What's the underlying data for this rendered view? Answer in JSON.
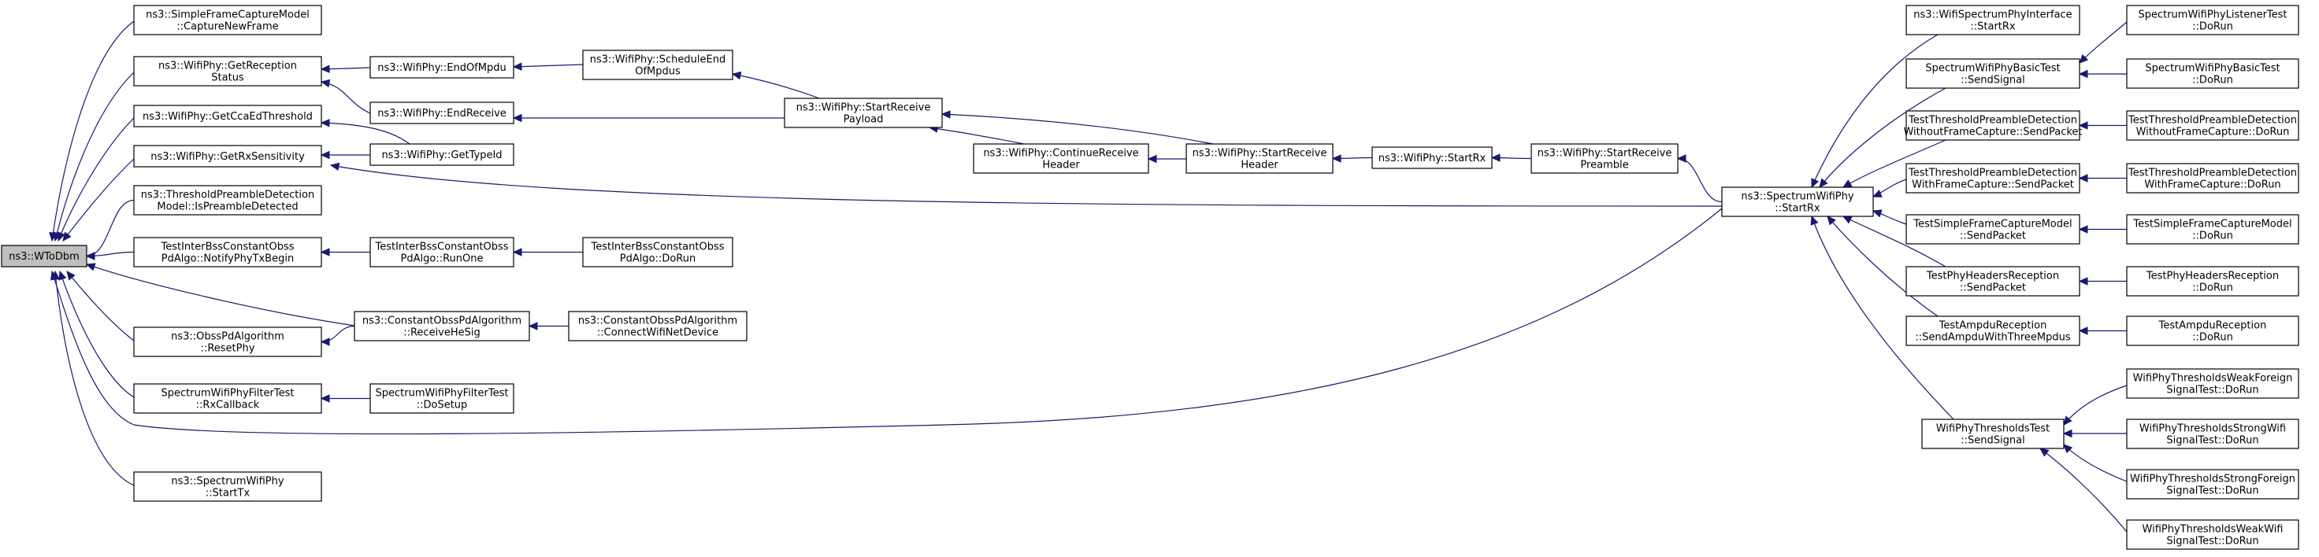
{
  "nodes": [
    {
      "id": "wtodbm",
      "lines": [
        "ns3::WToDbm"
      ]
    },
    {
      "id": "sfcm",
      "lines": [
        "ns3::SimpleFrameCaptureModel",
        "::CaptureNewFrame"
      ]
    },
    {
      "id": "grs",
      "lines": [
        "ns3::WifiPhy::GetReception",
        "Status"
      ]
    },
    {
      "id": "gcca",
      "lines": [
        "ns3::WifiPhy::GetCcaEdThreshold"
      ]
    },
    {
      "id": "grx",
      "lines": [
        "ns3::WifiPhy::GetRxSensitivity"
      ]
    },
    {
      "id": "tpd",
      "lines": [
        "ns3::ThresholdPreambleDetection",
        "Model::IsPreambleDetected"
      ]
    },
    {
      "id": "tibnotify",
      "lines": [
        "TestInterBssConstantObss",
        "PdAlgo::NotifyPhyTxBegin"
      ]
    },
    {
      "id": "opdreset",
      "lines": [
        "ns3::ObssPdAlgorithm",
        "::ResetPhy"
      ]
    },
    {
      "id": "swpftrx",
      "lines": [
        "SpectrumWifiPhyFilterTest",
        "::RxCallback"
      ]
    },
    {
      "id": "swpstarttx",
      "lines": [
        "ns3::SpectrumWifiPhy",
        "::StartTx"
      ]
    },
    {
      "id": "eompdu",
      "lines": [
        "ns3::WifiPhy::EndOfMpdu"
      ]
    },
    {
      "id": "endrecv",
      "lines": [
        "ns3::WifiPhy::EndReceive"
      ]
    },
    {
      "id": "gettypeid",
      "lines": [
        "ns3::WifiPhy::GetTypeId"
      ]
    },
    {
      "id": "tibrunone",
      "lines": [
        "TestInterBssConstantObss",
        "PdAlgo::RunOne"
      ]
    },
    {
      "id": "coprecv",
      "lines": [
        "ns3::ConstantObssPdAlgorithm",
        "::ReceiveHeSig"
      ]
    },
    {
      "id": "swpftsetup",
      "lines": [
        "SpectrumWifiPhyFilterTest",
        "::DoSetup"
      ]
    },
    {
      "id": "schedend",
      "lines": [
        "ns3::WifiPhy::ScheduleEnd",
        "OfMpdus"
      ]
    },
    {
      "id": "tibdorun",
      "lines": [
        "TestInterBssConstantObss",
        "PdAlgo::DoRun"
      ]
    },
    {
      "id": "copconnect",
      "lines": [
        "ns3::ConstantObssPdAlgorithm",
        "::ConnectWifiNetDevice"
      ]
    },
    {
      "id": "srpayload",
      "lines": [
        "ns3::WifiPhy::StartReceive",
        "Payload"
      ]
    },
    {
      "id": "crheader",
      "lines": [
        "ns3::WifiPhy::ContinueReceive",
        "Header"
      ]
    },
    {
      "id": "srheader",
      "lines": [
        "ns3::WifiPhy::StartReceive",
        "Header"
      ]
    },
    {
      "id": "startrx",
      "lines": [
        "ns3::WifiPhy::StartRx"
      ]
    },
    {
      "id": "srpreamble",
      "lines": [
        "ns3::WifiPhy::StartReceive",
        "Preamble"
      ]
    },
    {
      "id": "swpstartrx",
      "lines": [
        "ns3::SpectrumWifiPhy",
        "::StartRx"
      ]
    },
    {
      "id": "wspi",
      "lines": [
        "ns3::WifiSpectrumPhyInterface",
        "::StartRx"
      ]
    },
    {
      "id": "swpbtsend",
      "lines": [
        "SpectrumWifiPhyBasicTest",
        "::SendSignal"
      ]
    },
    {
      "id": "tpdwoc",
      "lines": [
        "TestThresholdPreambleDetection",
        "WithoutFrameCapture::SendPacket"
      ]
    },
    {
      "id": "tpdwc",
      "lines": [
        "TestThresholdPreambleDetection",
        "WithFrameCapture::SendPacket"
      ]
    },
    {
      "id": "tsfcm",
      "lines": [
        "TestSimpleFrameCaptureModel",
        "::SendPacket"
      ]
    },
    {
      "id": "tphr",
      "lines": [
        "TestPhyHeadersReception",
        "::SendPacket"
      ]
    },
    {
      "id": "tar",
      "lines": [
        "TestAmpduReception",
        "::SendAmpduWithThreeMpdus"
      ]
    },
    {
      "id": "wptsend",
      "lines": [
        "WifiPhyThresholdsTest",
        "::SendSignal"
      ]
    },
    {
      "id": "swplt",
      "lines": [
        "SpectrumWifiPhyListenerTest",
        "::DoRun"
      ]
    },
    {
      "id": "swpbtrun",
      "lines": [
        "SpectrumWifiPhyBasicTest",
        "::DoRun"
      ]
    },
    {
      "id": "tpdwocrun",
      "lines": [
        "TestThresholdPreambleDetection",
        "WithoutFrameCapture::DoRun"
      ]
    },
    {
      "id": "tpdwcrun",
      "lines": [
        "TestThresholdPreambleDetection",
        "WithFrameCapture::DoRun"
      ]
    },
    {
      "id": "tsfcmrun",
      "lines": [
        "TestSimpleFrameCaptureModel",
        "::DoRun"
      ]
    },
    {
      "id": "tphrrun",
      "lines": [
        "TestPhyHeadersReception",
        "::DoRun"
      ]
    },
    {
      "id": "tarrun",
      "lines": [
        "TestAmpduReception",
        "::DoRun"
      ]
    },
    {
      "id": "wptwf",
      "lines": [
        "WifiPhyThresholdsWeakForeign",
        "SignalTest::DoRun"
      ]
    },
    {
      "id": "wptsw",
      "lines": [
        "WifiPhyThresholdsStrongWifi",
        "SignalTest::DoRun"
      ]
    },
    {
      "id": "wptsf",
      "lines": [
        "WifiPhyThresholdsStrongForeign",
        "SignalTest::DoRun"
      ]
    },
    {
      "id": "wptww",
      "lines": [
        "WifiPhyThresholdsWeakWifi",
        "SignalTest::DoRun"
      ]
    }
  ],
  "edges": [
    [
      "sfcm",
      "wtodbm"
    ],
    [
      "grs",
      "wtodbm"
    ],
    [
      "gcca",
      "wtodbm"
    ],
    [
      "grx",
      "wtodbm"
    ],
    [
      "tpd",
      "wtodbm"
    ],
    [
      "tibnotify",
      "wtodbm"
    ],
    [
      "coprecv",
      "wtodbm"
    ],
    [
      "opdreset",
      "wtodbm"
    ],
    [
      "swpftrx",
      "wtodbm"
    ],
    [
      "swpstartrx",
      "wtodbm"
    ],
    [
      "swpstarttx",
      "wtodbm"
    ],
    [
      "eompdu",
      "grs"
    ],
    [
      "endrecv",
      "grs"
    ],
    [
      "schedend",
      "eompdu"
    ],
    [
      "srpayload",
      "schedend"
    ],
    [
      "srpayload",
      "endrecv"
    ],
    [
      "gettypeid",
      "gcca"
    ],
    [
      "gettypeid",
      "grx"
    ],
    [
      "swpstartrx",
      "grx"
    ],
    [
      "tibrunone",
      "tibnotify"
    ],
    [
      "tibdorun",
      "tibrunone"
    ],
    [
      "coprecv",
      "opdreset"
    ],
    [
      "copconnect",
      "coprecv"
    ],
    [
      "swpftsetup",
      "swpftrx"
    ],
    [
      "crheader",
      "srpayload"
    ],
    [
      "srheader",
      "srpayload"
    ],
    [
      "srheader",
      "crheader"
    ],
    [
      "startrx",
      "srheader"
    ],
    [
      "srpreamble",
      "startrx"
    ],
    [
      "swpstartrx",
      "srpreamble"
    ],
    [
      "wspi",
      "swpstartrx"
    ],
    [
      "swpbtsend",
      "swpstartrx"
    ],
    [
      "tpdwoc",
      "swpstartrx"
    ],
    [
      "tpdwc",
      "swpstartrx"
    ],
    [
      "tsfcm",
      "swpstartrx"
    ],
    [
      "tphr",
      "swpstartrx"
    ],
    [
      "tar",
      "swpstartrx"
    ],
    [
      "wptsend",
      "swpstartrx"
    ],
    [
      "swplt",
      "swpbtsend"
    ],
    [
      "swpbtrun",
      "swpbtsend"
    ],
    [
      "tpdwocrun",
      "tpdwoc"
    ],
    [
      "tpdwcrun",
      "tpdwc"
    ],
    [
      "tsfcmrun",
      "tsfcm"
    ],
    [
      "tphrrun",
      "tphr"
    ],
    [
      "tarrun",
      "tar"
    ],
    [
      "wptwf",
      "wptsend"
    ],
    [
      "wptsw",
      "wptsend"
    ],
    [
      "wptsf",
      "wptsend"
    ],
    [
      "wptww",
      "wptsend"
    ]
  ]
}
